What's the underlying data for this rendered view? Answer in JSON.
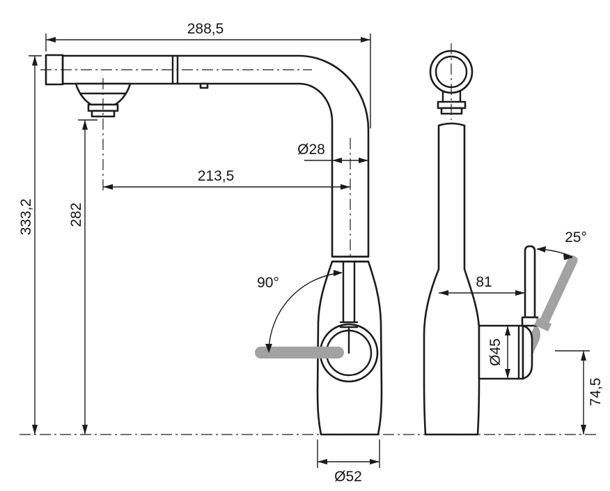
{
  "dimensions": {
    "side": {
      "width": "288,5",
      "total_height": "333,2",
      "spout_height": "282",
      "reach": "213,5",
      "tube_diameter": "Ø28",
      "handle_angle": "90°",
      "base_diameter": "Ø52"
    },
    "front": {
      "handle_tilt": "25°",
      "handle_offset": "81",
      "handle_diameter": "Ø45",
      "handle_height": "74,5"
    }
  },
  "colors": {
    "line": "#1b1b1b",
    "alt_position_gray": "#a2a2a2",
    "background": "#ffffff"
  }
}
